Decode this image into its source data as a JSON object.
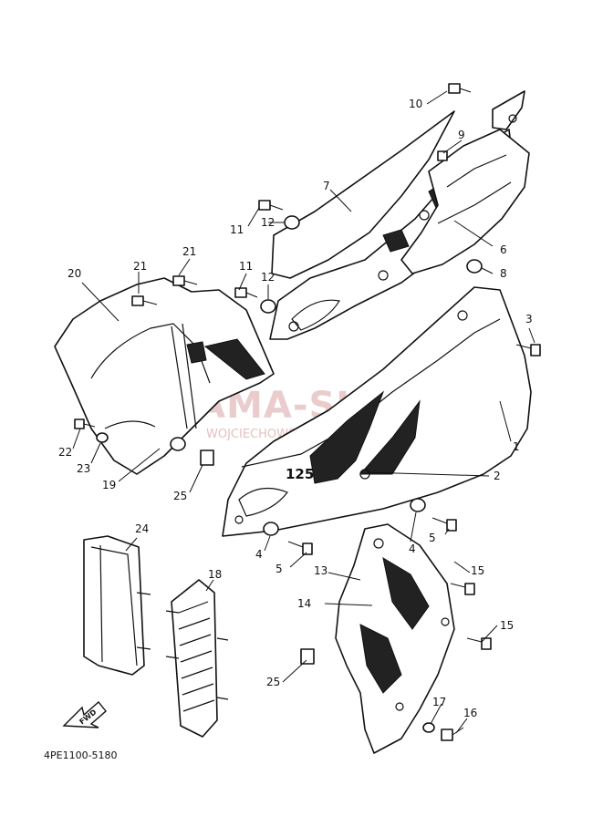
{
  "watermark": {
    "main": "YAMA-SKLEP.PL",
    "sub": "WOJCIECHOWSKI - DEALER YAMAHA",
    "color": "#d9a4a4"
  },
  "decal_text": "125",
  "fwd_label": "FWD",
  "figure_code": "4PE1100-5180",
  "callouts": [
    {
      "id": "c1",
      "label": "1"
    },
    {
      "id": "c2",
      "label": "2"
    },
    {
      "id": "c3",
      "label": "3"
    },
    {
      "id": "c4a",
      "label": "4"
    },
    {
      "id": "c4b",
      "label": "4"
    },
    {
      "id": "c5a",
      "label": "5"
    },
    {
      "id": "c5b",
      "label": "5"
    },
    {
      "id": "c6",
      "label": "6"
    },
    {
      "id": "c7",
      "label": "7"
    },
    {
      "id": "c8",
      "label": "8"
    },
    {
      "id": "c9",
      "label": "9"
    },
    {
      "id": "c10",
      "label": "10"
    },
    {
      "id": "c11a",
      "label": "11"
    },
    {
      "id": "c11b",
      "label": "11"
    },
    {
      "id": "c12a",
      "label": "12"
    },
    {
      "id": "c12b",
      "label": "12"
    },
    {
      "id": "c13",
      "label": "13"
    },
    {
      "id": "c14",
      "label": "14"
    },
    {
      "id": "c15a",
      "label": "15"
    },
    {
      "id": "c15b",
      "label": "15"
    },
    {
      "id": "c16",
      "label": "16"
    },
    {
      "id": "c17",
      "label": "17"
    },
    {
      "id": "c18",
      "label": "18"
    },
    {
      "id": "c19",
      "label": "19"
    },
    {
      "id": "c20",
      "label": "20"
    },
    {
      "id": "c21a",
      "label": "21"
    },
    {
      "id": "c21b",
      "label": "21"
    },
    {
      "id": "c22",
      "label": "22"
    },
    {
      "id": "c23",
      "label": "23"
    },
    {
      "id": "c24",
      "label": "24"
    },
    {
      "id": "c25a",
      "label": "25"
    },
    {
      "id": "c25b",
      "label": "25"
    }
  ]
}
